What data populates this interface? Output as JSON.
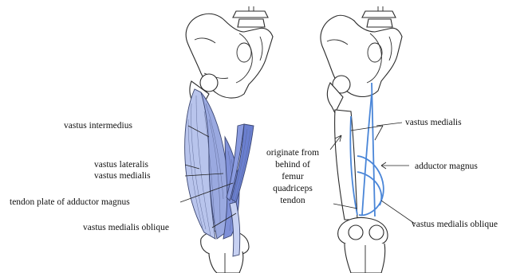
{
  "colors": {
    "muscle_light": "#b8c4ec",
    "muscle_mid": "#9aa9e0",
    "muscle_dark": "#6a7fd0",
    "line_blue": "#4a86d8",
    "ink": "#222222"
  },
  "left_figure": {
    "labels": {
      "vastus_intermedius": "vastus intermedius",
      "vastus_lateralis": "vastus lateralis",
      "vastus_medialis": "vastus medialis",
      "tendon_plate": "tendon plate of adductor magnus",
      "vastus_medialis_oblique": "vastus medialis oblique"
    }
  },
  "right_figure": {
    "labels": {
      "vastus_medialis": "vastus medialis",
      "adductor_magnus": "adductor magnus",
      "originate": [
        "originate from",
        "behind of",
        "femur"
      ],
      "quadriceps_tendon": [
        "quadriceps",
        "tendon"
      ],
      "vastus_medialis_oblique": "vastus medialis oblique"
    }
  }
}
